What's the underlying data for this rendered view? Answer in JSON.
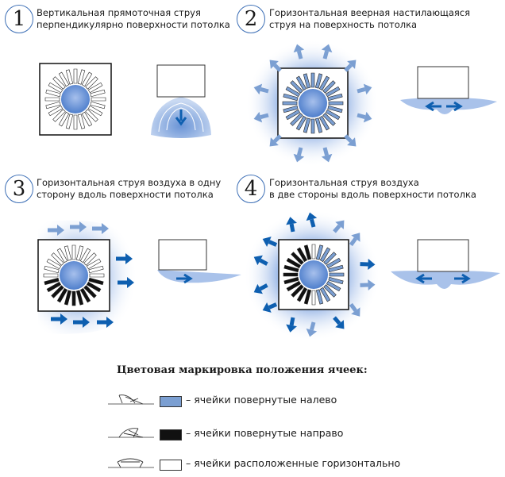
{
  "panels": [
    {
      "number": "1",
      "caption": [
        "Вертикальная прямоточная струя",
        "перпендикулярно поверхности потолка"
      ]
    },
    {
      "number": "2",
      "caption": [
        "Горизонтальная веерная настилающаяся",
        "струя на поверхность потолка"
      ]
    },
    {
      "number": "3",
      "caption": [
        "Горизонтальная струя воздуха в одну",
        "сторону вдоль поверхности потолка"
      ]
    },
    {
      "number": "4",
      "caption": [
        "Горизонтальная струя воздуха",
        "в две стороны вдоль поверхности потолка"
      ]
    }
  ],
  "legend": {
    "title": "Цветовая маркировка положения ячеек:",
    "items": [
      {
        "text": "– ячейки повернутые налево",
        "color": "#7b9fd2"
      },
      {
        "text": "– ячейки повернутые направо",
        "color": "#111111"
      },
      {
        "text": "– ячейки расположенные горизонтально",
        "color": "#ffffff"
      }
    ]
  },
  "colors": {
    "flow": "#0e5fb0",
    "cloud": "#b8cdee",
    "center": "#6f97d8"
  }
}
